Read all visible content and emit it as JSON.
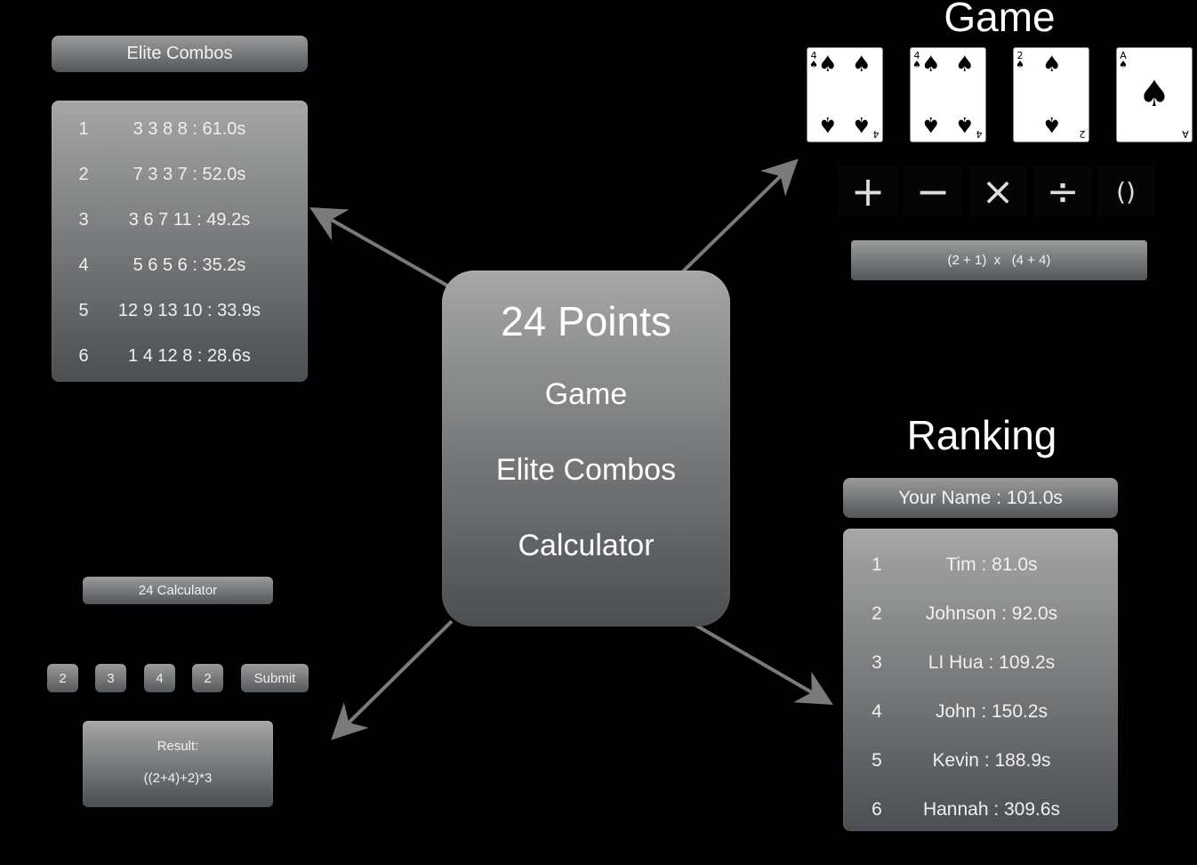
{
  "main_menu": {
    "title": "24 Points",
    "items": [
      "Game",
      "Elite Combos",
      "Calculator"
    ]
  },
  "elite_combos": {
    "header": "Elite Combos",
    "rows": [
      {
        "rank": "1",
        "text": "3 3 8 8 : 61.0s"
      },
      {
        "rank": "2",
        "text": "7 3 3 7 : 52.0s"
      },
      {
        "rank": "3",
        "text": "3 6 7 11 : 49.2s"
      },
      {
        "rank": "4",
        "text": "5 6 5 6 : 35.2s"
      },
      {
        "rank": "5",
        "text": "12 9 13 10 : 33.9s"
      },
      {
        "rank": "6",
        "text": "1 4 12 8 : 28.6s"
      }
    ]
  },
  "game": {
    "title": "Game",
    "cards": [
      {
        "rank": "4",
        "suit": "spade"
      },
      {
        "rank": "4",
        "suit": "spade"
      },
      {
        "rank": "2",
        "suit": "spade"
      },
      {
        "rank": "A",
        "suit": "spade"
      }
    ],
    "operators": [
      "+",
      "−",
      "×",
      "÷",
      "()"
    ],
    "expression": "(2 + 1)  x   (4 + 4)"
  },
  "ranking": {
    "title": "Ranking",
    "your_score": "Your Name : 101.0s",
    "rows": [
      {
        "rank": "1",
        "text": "Tim : 81.0s"
      },
      {
        "rank": "2",
        "text": "Johnson : 92.0s"
      },
      {
        "rank": "3",
        "text": "LI Hua : 109.2s"
      },
      {
        "rank": "4",
        "text": "John : 150.2s"
      },
      {
        "rank": "5",
        "text": "Kevin : 188.9s"
      },
      {
        "rank": "6",
        "text": "Hannah : 309.6s"
      }
    ]
  },
  "calculator": {
    "header": "24 Calculator",
    "inputs": [
      "2",
      "3",
      "4",
      "2"
    ],
    "submit_label": "Submit",
    "result_label": "Result:",
    "result_value": "((2+4)+2)*3"
  }
}
